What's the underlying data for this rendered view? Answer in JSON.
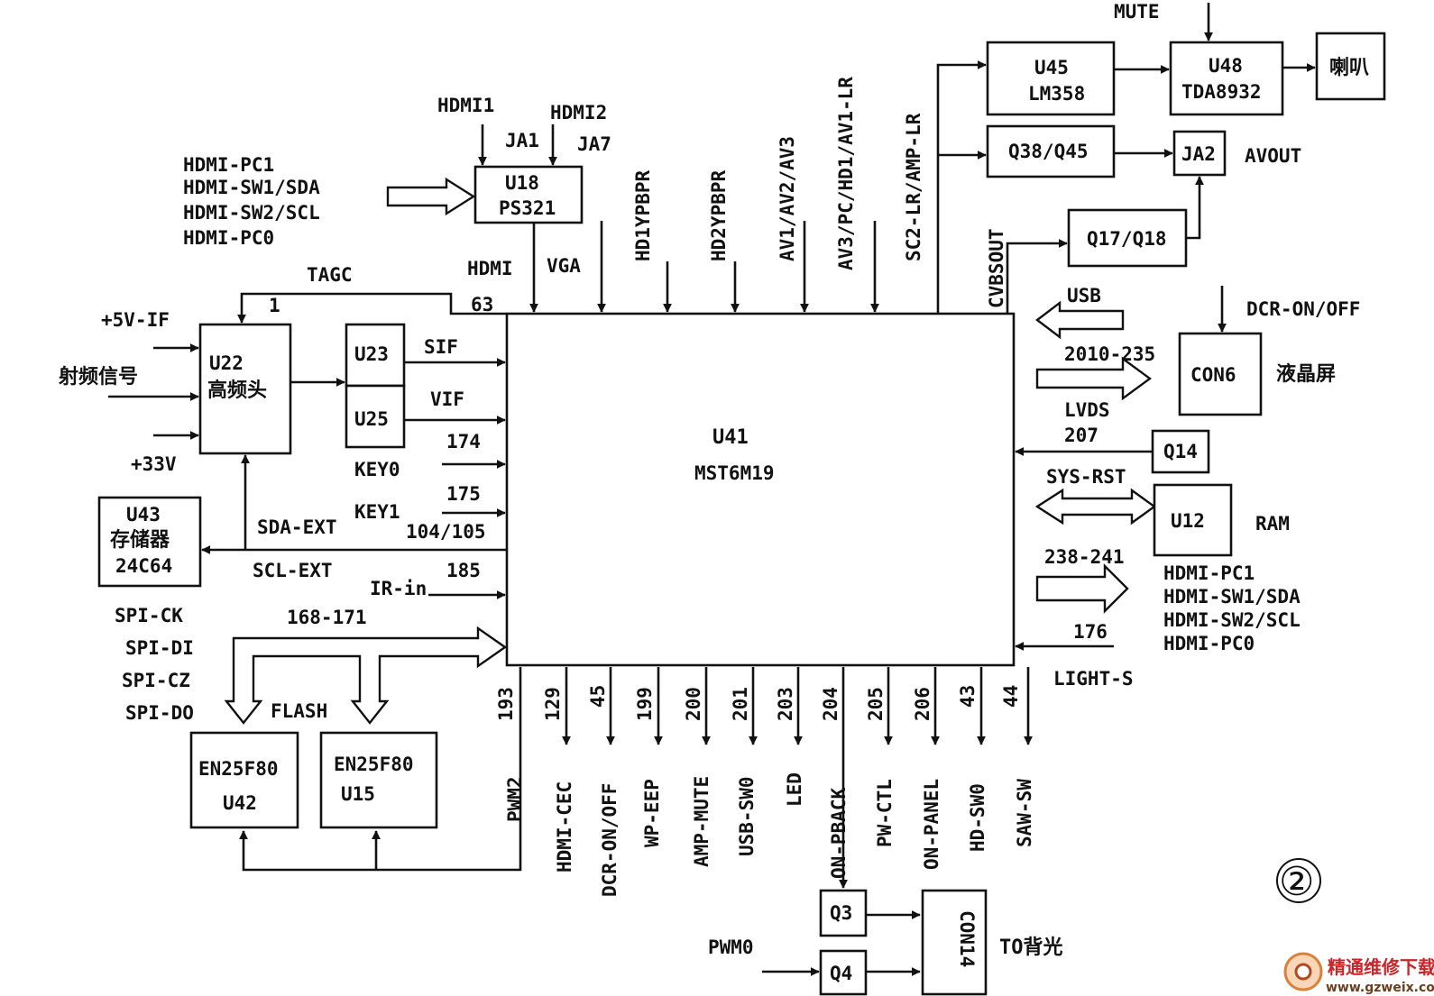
{
  "blocks": {
    "main": {
      "line1": "U41",
      "line2": "MST6M19"
    },
    "u22": {
      "line1": "U22",
      "line2": "高频头"
    },
    "u23": "U23",
    "u25": "U25",
    "u18": {
      "line1": "U18",
      "line2": "PS321"
    },
    "u43": {
      "line1": "U43",
      "line2": "存储器",
      "line3": "24C64"
    },
    "u42": {
      "line1": "EN25F80",
      "line2": "U42"
    },
    "u15": {
      "line1": "EN25F80",
      "line2": "U15"
    },
    "u45": {
      "line1": "U45",
      "line2": "LM358"
    },
    "u48": {
      "line1": "U48",
      "line2": "TDA8932"
    },
    "speaker": "喇叭",
    "q38q45": "Q38/Q45",
    "ja2": "JA2",
    "q17q18": "Q17/Q18",
    "con6": "CON6",
    "q14": "Q14",
    "u12": "U12",
    "q3": "Q3",
    "q4": "Q4",
    "con14": "CON14"
  },
  "labels": {
    "hdmi_pc1_l": "HDMI-PC1",
    "hdmi_sw1_l": "HDMI-SW1/SDA",
    "hdmi_sw2_l": "HDMI-SW2/SCL",
    "hdmi_pc0_l": "HDMI-PC0",
    "hdmi1": "HDMI1",
    "hdmi2": "HDMI2",
    "ja1": "JA1",
    "ja7": "JA7",
    "tagc": "TAGC",
    "pin1": "1",
    "hdmi": "HDMI",
    "pin63": "63",
    "vga": "VGA",
    "hd1ypbpr": "HD1YPBPR",
    "hd2ypbpr": "HD2YPBPR",
    "av1av2av3": "AV1/AV2/AV3",
    "av3pc": "AV3/PC/HD1/AV1-LR",
    "sc2lr": "SC2-LR/AMP-LR",
    "cvbsout": "CVBSOUT",
    "mute": "MUTE",
    "avout": "AVOUT",
    "usb": "USB",
    "dcr": "DCR-ON/OFF",
    "p2010": "2010-235",
    "lcd": "液晶屏",
    "lvds": "LVDS",
    "p207": "207",
    "sysrst": "SYS-RST",
    "ram": "RAM",
    "p238": "238-241",
    "hdmi_pc1_r": "HDMI-PC1",
    "hdmi_sw1_r": "HDMI-SW1/SDA",
    "hdmi_sw2_r": "HDMI-SW2/SCL",
    "hdmi_pc0_r": "HDMI-PC0",
    "p176": "176",
    "lights": "LIGHT-S",
    "p5vif": "+5V-IF",
    "rf": "射频信号",
    "p33v": "+33V",
    "sif": "SIF",
    "vif": "VIF",
    "p174": "174",
    "key0": "KEY0",
    "p175": "175",
    "key1": "KEY1",
    "p104": "104/105",
    "sdaext": "SDA-EXT",
    "sclext": "SCL-EXT",
    "irin": "IR-in",
    "p185": "185",
    "spick": "SPI-CK",
    "p168": "168-171",
    "spidi": "SPI-DI",
    "spicz": "SPI-CZ",
    "spido": "SPI-DO",
    "flash": "FLASH",
    "p193": "193",
    "pwm2": "PWM2",
    "p129": "129",
    "hdmicec": "HDMI-CEC",
    "p45": "45",
    "dcronoff": "DCR-ON/OFF",
    "p199": "199",
    "wpeep": "WP-EEP",
    "p200": "200",
    "ampmute": "AMP-MUTE",
    "p201": "201",
    "usbsw0": "USB-SW0",
    "p203": "203",
    "led": "LED",
    "p204": "204",
    "onpback": "ON-PBACK",
    "p205": "205",
    "pwctl": "PW-CTL",
    "p206": "206",
    "onpanel": "ON-PANEL",
    "p43": "43",
    "hdsw0": "HD-SW0",
    "p44": "44",
    "sawsw": "SAW-SW",
    "pwm0": "PWM0",
    "tobl": "TO背光",
    "figure_no": "②"
  },
  "watermark": {
    "text": "精通维修下载",
    "url": "www.gzweix.com"
  }
}
